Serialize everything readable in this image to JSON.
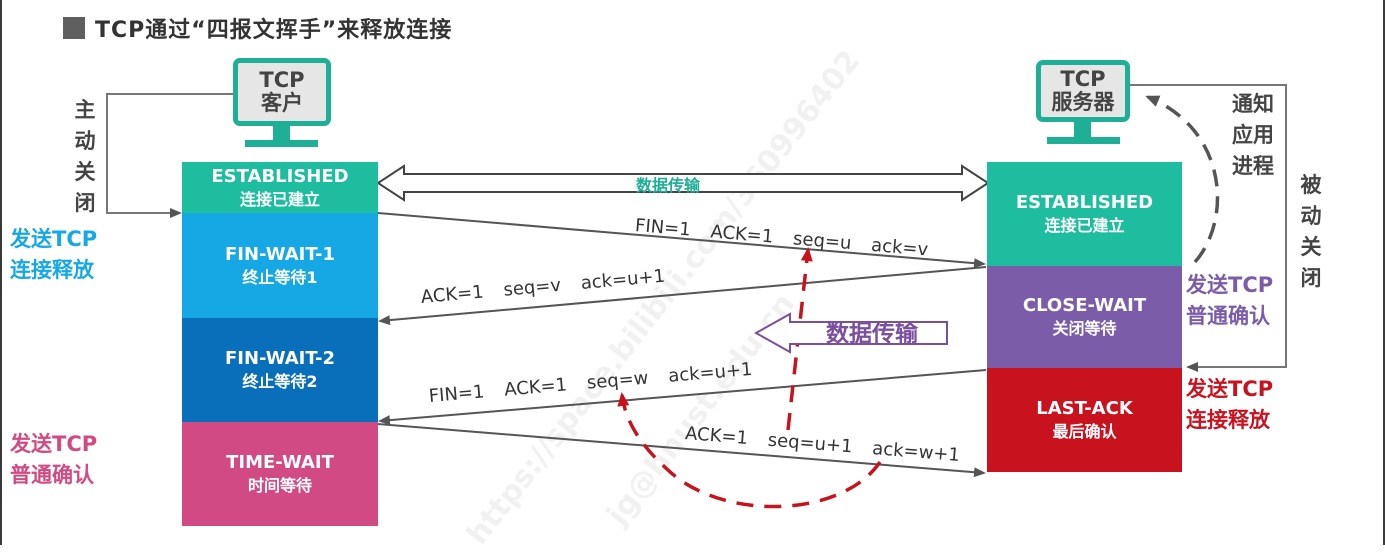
{
  "title": "TCP通过“四报文挥手”来释放连接",
  "client": {
    "line1": "TCP",
    "line2": "客户",
    "vertical_label": [
      "主",
      "动",
      "关",
      "闭"
    ],
    "states": [
      {
        "en": "ESTABLISHED",
        "cn": "连接已建立",
        "color": "#1fbda0"
      },
      {
        "en": "FIN-WAIT-1",
        "cn": "终止等待1",
        "color": "#16a8e4"
      },
      {
        "en": "FIN-WAIT-2",
        "cn": "终止等待2",
        "color": "#0a6fbb"
      },
      {
        "en": "TIME-WAIT",
        "cn": "时间等待",
        "color": "#d24a83"
      }
    ],
    "side_labels": [
      {
        "line1": "发送TCP",
        "line2": "连接释放",
        "color": "#16a8e4"
      },
      {
        "line1": "发送TCP",
        "line2": "普通确认",
        "color": "#d24a83"
      }
    ]
  },
  "server": {
    "line1": "TCP",
    "line2": "服务器",
    "notify_label": [
      "通",
      "知",
      "应",
      "用",
      "进",
      "程"
    ],
    "vertical_label": [
      "被",
      "动",
      "关",
      "闭"
    ],
    "states": [
      {
        "en": "ESTABLISHED",
        "cn": "连接已建立",
        "color": "#1fbda0"
      },
      {
        "en": "CLOSE-WAIT",
        "cn": "关闭等待",
        "color": "#7b5ca9"
      },
      {
        "en": "LAST-ACK",
        "cn": "最后确认",
        "color": "#c8121e"
      }
    ],
    "side_labels": [
      {
        "line1": "发送TCP",
        "line2": "普通确认",
        "color": "#7b5ca9"
      },
      {
        "line1": "发送TCP",
        "line2": "连接释放",
        "color": "#c8121e"
      }
    ]
  },
  "data_transfer_label": "数据传输",
  "messages": [
    {
      "fields": [
        "FIN=1",
        "ACK=1",
        "seq=u",
        "ack=v"
      ]
    },
    {
      "fields": [
        "ACK=1",
        "seq=v",
        "ack=u+1"
      ]
    },
    {
      "fields": [
        "FIN=1",
        "ACK=1",
        "seq=w",
        "ack=u+1"
      ]
    },
    {
      "fields": [
        "ACK=1",
        "seq=u+1",
        "ack=w+1"
      ]
    }
  ],
  "colors": {
    "monitor": "#1fae96",
    "arrow_line": "#555555",
    "dashed_red": "#c8121e",
    "dashed_gray": "#555555",
    "data_purple": "#7b4fa0",
    "data_green": "#1fae96"
  }
}
